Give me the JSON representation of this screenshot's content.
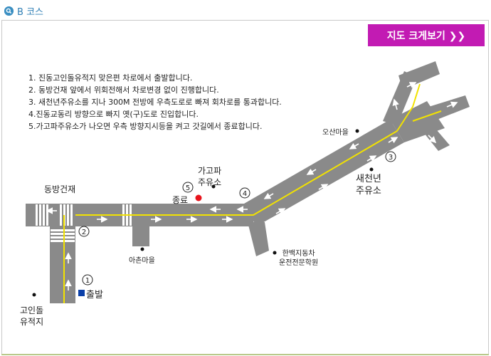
{
  "header": {
    "icon": "search-icon",
    "badge": "B",
    "title": "코스"
  },
  "map_button": {
    "label": "지도 크게보기 ❯❯"
  },
  "instructions": [
    "1. 진동고인돌유적지 맞은편 차로에서 출발합니다.",
    "2. 동방건재 앞에서 위회전해서 차로변경 없이 진행합니다.",
    "3. 새천년주유소를 지나 300M 전방에 우측도로로 빠져 회차로를 통과합니다.",
    "4.진동교동리 방향으로 빠지 옛(구)도로 진입합니다.",
    "5.가고파주유소가 나오면 우측 방향지시등을 켜고 갓길에서 종료합니다."
  ],
  "places": {
    "osan": "오산마을",
    "saecheonnyeon_1": "새천년",
    "saecheonnyeon_2": "주유소",
    "gagopa_1": "가고파",
    "gagopa_2": "주유소",
    "end": "종료",
    "dongbang": "동방건재",
    "achon": "아촌마을",
    "hanbaek_1": "한백지동차",
    "hanbaek_2": "운전전문학원",
    "start": "출발",
    "goindol_1": "고인돌",
    "goindol_2": "유적지"
  },
  "steps": [
    "1",
    "2",
    "3",
    "4",
    "5"
  ],
  "colors": {
    "road": "#8a8a8a",
    "lane": "#f2e200",
    "end_marker": "#e8141c",
    "start_marker": "#0a3fa8",
    "button": "#c21bb3"
  }
}
